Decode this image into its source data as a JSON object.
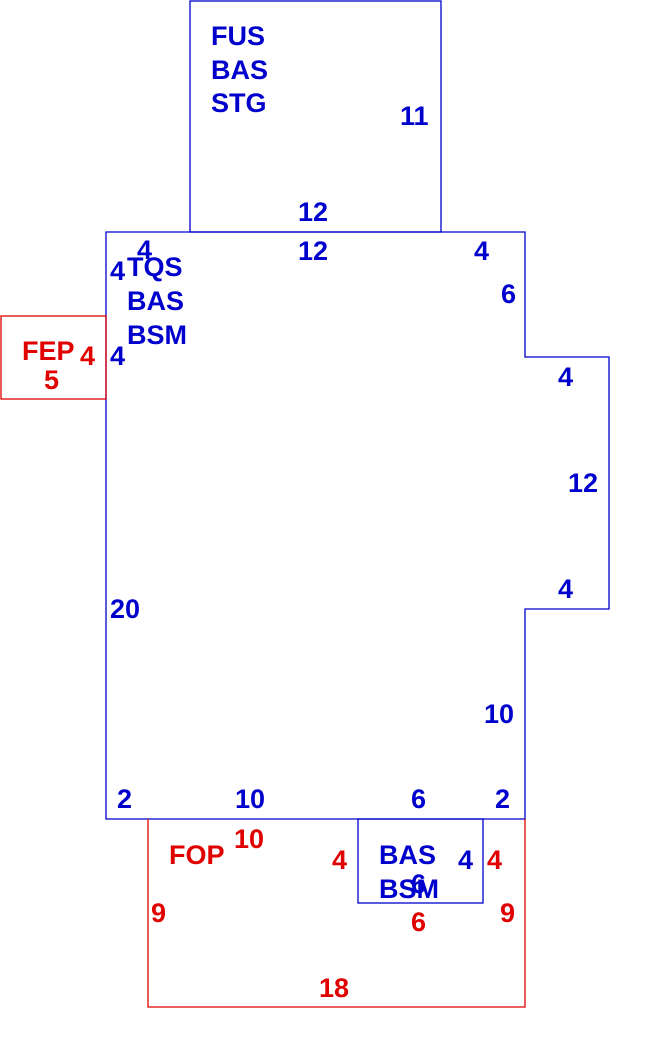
{
  "colors": {
    "structure": "#0000cc",
    "porch": "#e00000"
  },
  "areas": {
    "top_block": {
      "codes": [
        "FUS",
        "BAS",
        "STG"
      ]
    },
    "main_block": {
      "codes": [
        "TQS",
        "BAS",
        "BSM"
      ]
    },
    "small_block": {
      "codes": [
        "BAS",
        "BSM"
      ]
    },
    "fep": {
      "code": "FEP"
    },
    "fop": {
      "code": "FOP"
    }
  },
  "dimensions": {
    "top_right": "11",
    "top_bottom": "12",
    "main_top": "12",
    "main_top_left_a": "4",
    "main_top_left_b": "4",
    "main_left_lower": "4",
    "main_top_right": "4",
    "main_right_upper": "6",
    "bump_top": "4",
    "bump_right": "12",
    "bump_bottom": "4",
    "main_right_lower": "10",
    "main_left": "20",
    "main_bottom_left": "2",
    "main_bottom_mid": "10",
    "main_bottom_small": "6",
    "main_bottom_right": "2",
    "small_right": "4",
    "small_bottom_overlap": "6",
    "fep_right": "4",
    "fep_bottom": "5",
    "fop_top": "10",
    "fop_inner_left": "4",
    "fop_inner_right": "4",
    "fop_left": "9",
    "fop_right": "9",
    "fop_inner_bottom": "6",
    "fop_bottom": "18"
  }
}
